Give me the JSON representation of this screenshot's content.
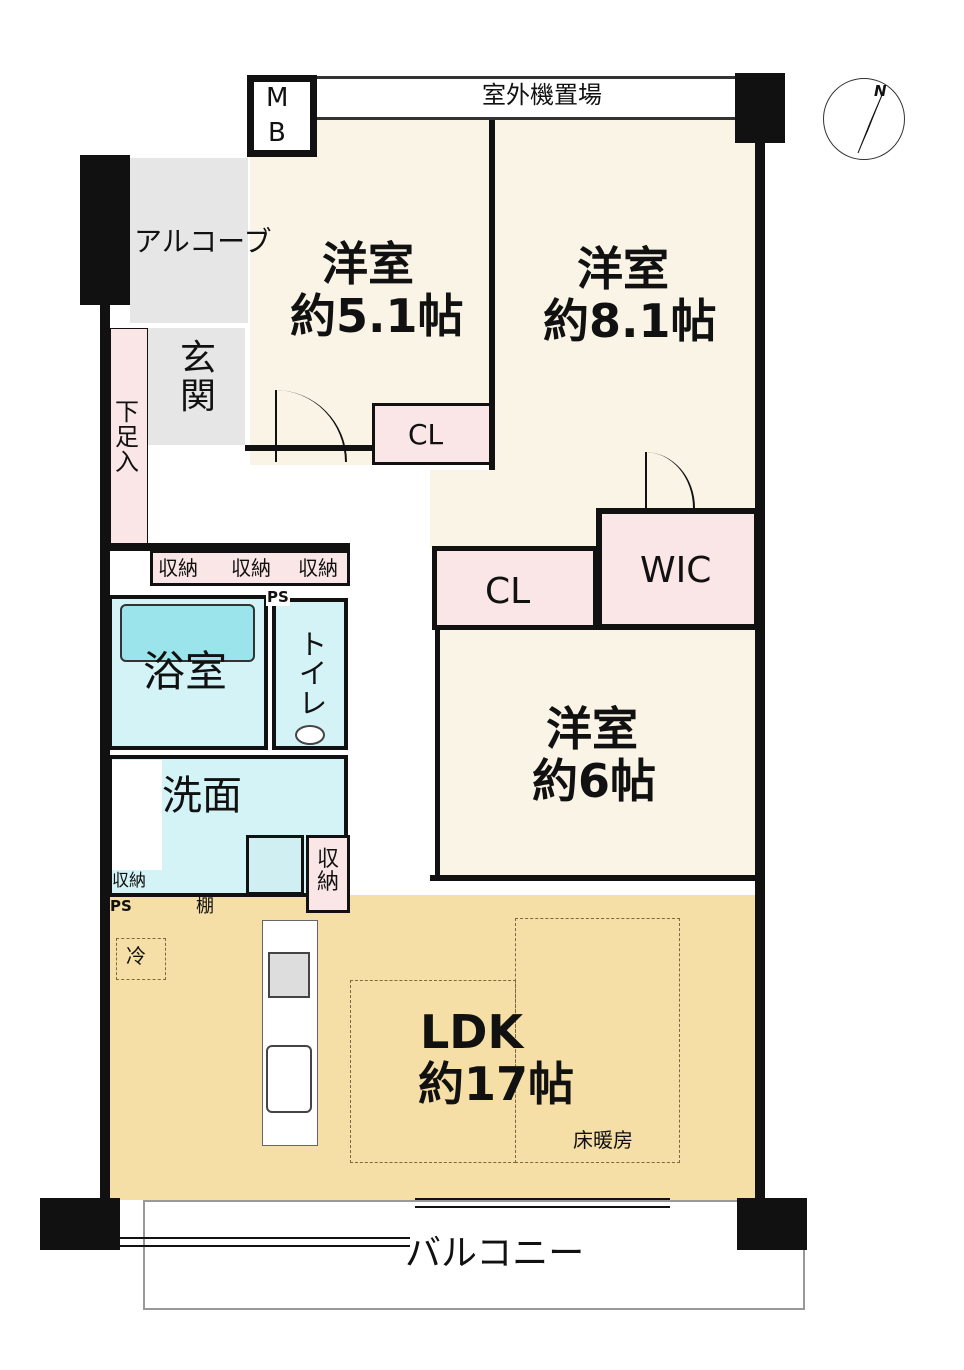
{
  "rooms": {
    "western_1": {
      "name": "洋室",
      "size": "約5.1帖"
    },
    "western_2": {
      "name": "洋室",
      "size": "約8.1帖"
    },
    "western_3": {
      "name": "洋室",
      "size": "約6帖"
    },
    "ldk": {
      "name": "LDK",
      "size": "約17帖",
      "floor_heating": "床暖房"
    },
    "bath": "浴室",
    "toilet": "トイレ",
    "washroom": "洗面",
    "entrance": "玄関",
    "alcove": "アルコーブ",
    "shoe_storage": "下足入",
    "balcony": "バルコニー",
    "outdoor_unit": "室外機置場"
  },
  "storage": {
    "mb_m": "M",
    "mb_b": "B",
    "cl_1": "CL",
    "cl_2": "CL",
    "wic": "WIC",
    "shuno": [
      "収納",
      "収納",
      "収納"
    ],
    "shuno_wash": "収納",
    "shuno_hall": "収納",
    "shelf": "棚",
    "ps_1": "PS",
    "ps_2": "PS",
    "fridge": "冷"
  },
  "compass": {
    "north": "N"
  },
  "colors": {
    "room": "#f9f4e5",
    "ldk": "#f5dfa6",
    "closet": "#fae6e6",
    "wet": "#d3f3f6"
  }
}
